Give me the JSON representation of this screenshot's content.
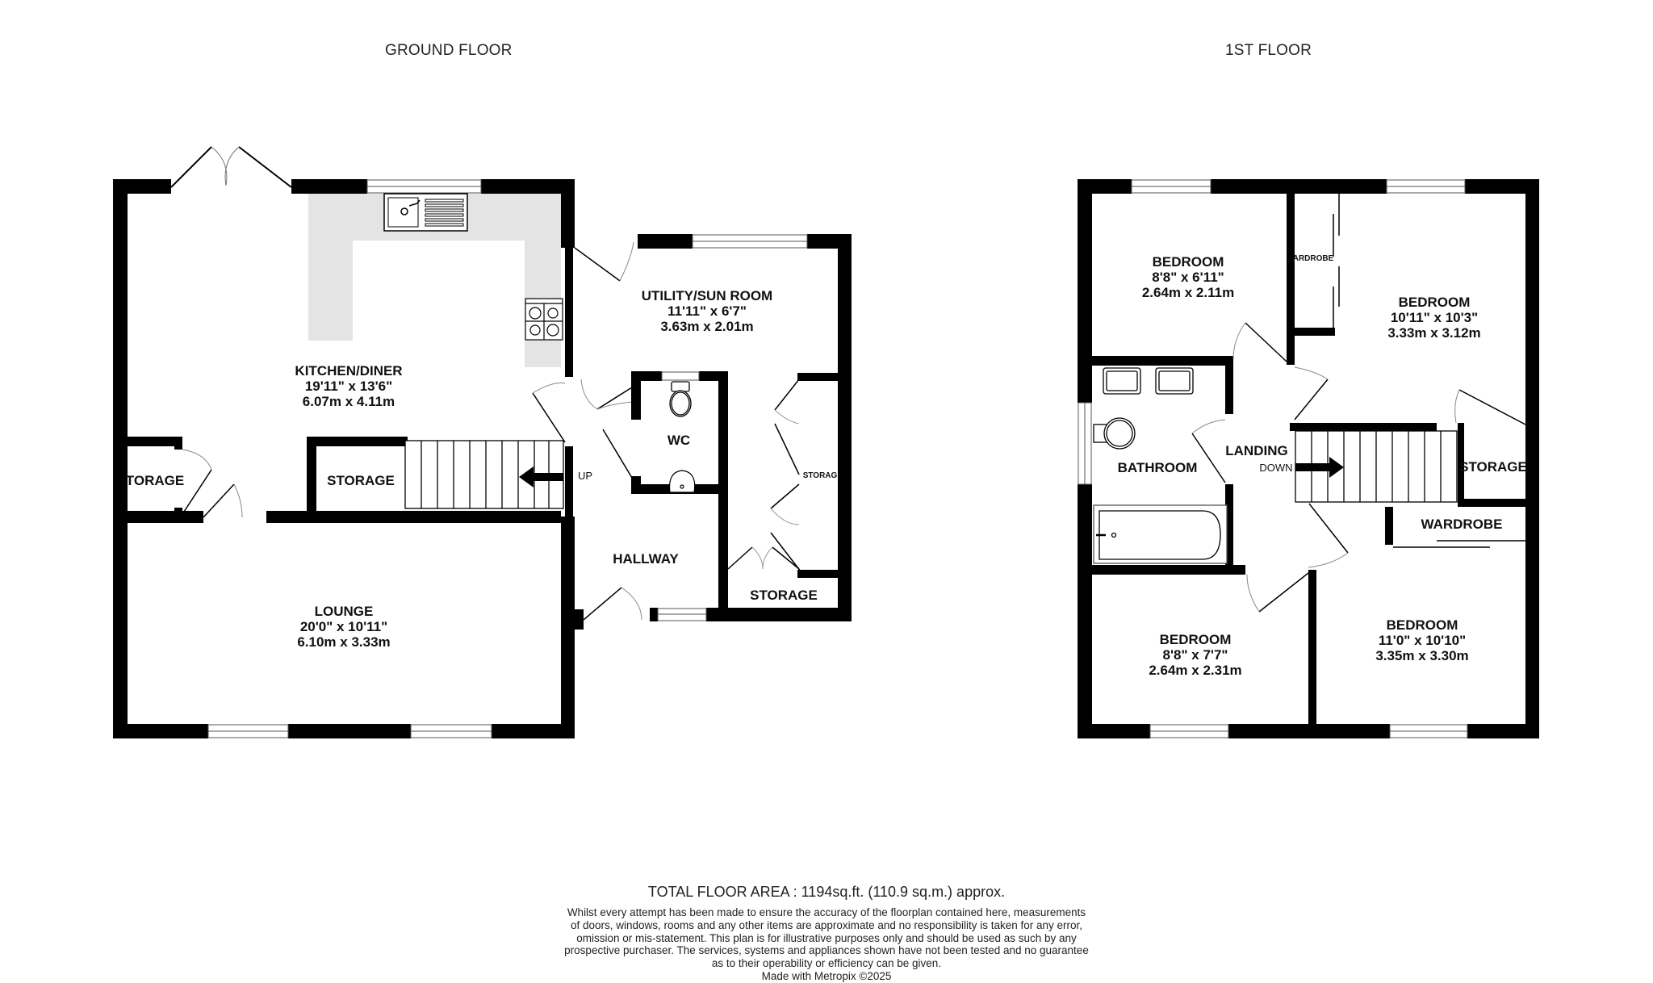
{
  "floors": {
    "ground": {
      "title": "GROUND FLOOR",
      "rooms": {
        "kitchen": {
          "name": "KITCHEN/DINER",
          "imperial": "19'11\"  x 13'6\"",
          "metric": "6.07m  x 4.11m"
        },
        "utility": {
          "name": "UTILITY/SUN ROOM",
          "imperial": "11'11\"  x 6'7\"",
          "metric": "3.63m  x 2.01m"
        },
        "lounge": {
          "name": "LOUNGE",
          "imperial": "20'0\"  x 10'11\"",
          "metric": "6.10m  x 3.33m"
        },
        "wc": {
          "name": "WC"
        },
        "hallway": {
          "name": "HALLWAY"
        },
        "storage_left": {
          "name": "TORAGE"
        },
        "storage_under_stairs": {
          "name": "STORAGE"
        },
        "storage_utility_side": {
          "name": "STORAG"
        },
        "storage_utility_bottom": {
          "name": "STORAGE"
        }
      },
      "stairs_label": "UP"
    },
    "first": {
      "title": "1ST FLOOR",
      "rooms": {
        "bedroom_small_top": {
          "name": "BEDROOM",
          "imperial": "8'8\"  x 6'11\"",
          "metric": "2.64m  x 2.11m"
        },
        "bedroom_top_right": {
          "name": "BEDROOM",
          "imperial": "10'11\"  x 10'3\"",
          "metric": "3.33m  x 3.12m"
        },
        "bedroom_bottom_left": {
          "name": "BEDROOM",
          "imperial": "8'8\"  x 7'7\"",
          "metric": "2.64m  x 2.31m"
        },
        "bedroom_bottom_right": {
          "name": "BEDROOM",
          "imperial": "11'0\"  x 10'10\"",
          "metric": "3.35m  x 3.30m"
        },
        "bathroom": {
          "name": "BATHROOM"
        },
        "landing": {
          "name": "LANDING"
        },
        "storage": {
          "name": "STORAGE"
        },
        "wardrobe_top": {
          "name": "ARDROBE"
        },
        "wardrobe_bottom": {
          "name": "WARDROBE"
        }
      },
      "stairs_label": "DOWN"
    }
  },
  "footer": {
    "total_area": "TOTAL FLOOR AREA : 1194sq.ft. (110.9 sq.m.) approx.",
    "disclaimer_lines": [
      "Whilst every attempt has been made to ensure the accuracy of the floorplan contained here, measurements",
      "of doors, windows, rooms and any other items are approximate and no responsibility is taken for any error,",
      "omission or mis-statement. This plan is for illustrative purposes only and should be used as such by any",
      "prospective purchaser. The services, systems and appliances shown have not been tested and no guarantee",
      "as to their operability or efficiency can be given."
    ],
    "credit": "Made with Metropix ©2025"
  },
  "colors": {
    "wall": "#000000",
    "counter": "#e4e4e4",
    "window": "#ffffff",
    "text": "#111111"
  },
  "icons": [
    "sink-icon",
    "hob-icon",
    "toilet-icon",
    "basin-icon",
    "bath-icon",
    "stairs-arrow-icon",
    "door-swing-icon",
    "window-icon"
  ]
}
